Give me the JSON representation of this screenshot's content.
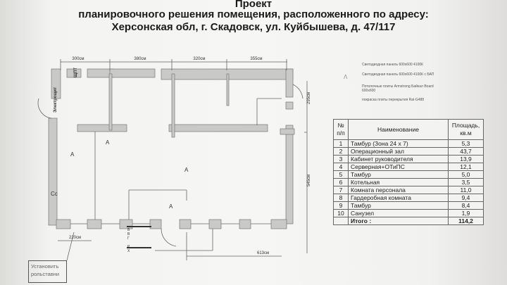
{
  "title": {
    "line0": "Проект",
    "line1": "планировочного решения помещения, расположенного по адресу:",
    "line2": "Херсонская обл, г. Скадовск, ул. Куйбышева, д. 47/117"
  },
  "legend": [
    {
      "text": "Светодиодная панель 600х600 4100К"
    },
    {
      "text": "Светодиодная панель 600х600 4100К с БАП"
    },
    {
      "text": "Потолочные плиты Armstrong Байкал Board 600х600"
    },
    {
      "text": "покраска плиты перекрытия Ral-G488"
    }
  ],
  "legend_symbol": "Λ",
  "plan": {
    "dims_top": [
      "300см",
      "380см",
      "320см",
      "355см"
    ],
    "dim_right_top": "295см",
    "dim_right_bottom": "545см",
    "dim_bottom_left": "220см",
    "dim_bottom_right": "613см",
    "label_shpt": "ЩПТ",
    "label_elec": "Электрощит",
    "label_ss": "Сс",
    "marker": "А",
    "stair_letters": [
      "В",
      "В",
      "Г",
      "Р",
      "Х"
    ],
    "note": "Установить рольставни"
  },
  "table": {
    "headers": {
      "num": "№ п/п",
      "name": "Наименование",
      "area": "Площадь, кв.м"
    },
    "rows": [
      {
        "n": "1",
        "name": "Тамбур (Зона 24 х 7)",
        "area": "5,3"
      },
      {
        "n": "2",
        "name": "Операционный зал",
        "area": "43,7"
      },
      {
        "n": "3",
        "name": "Кабинет руководителя",
        "area": "13,9"
      },
      {
        "n": "4",
        "name": "Серверная+ОТиПС",
        "area": "12,1"
      },
      {
        "n": "5",
        "name": "Тамбур",
        "area": "5,0"
      },
      {
        "n": "6",
        "name": "Котельная",
        "area": "3,5"
      },
      {
        "n": "7",
        "name": "Комната персонала",
        "area": "11,0"
      },
      {
        "n": "8",
        "name": "Гардеробная комната",
        "area": "9,4"
      },
      {
        "n": "9",
        "name": "Тамбур",
        "area": "8,4"
      },
      {
        "n": "10",
        "name": "Санузел",
        "area": "1,9"
      }
    ],
    "total_label": "Итого :",
    "total_value": "114,2"
  }
}
